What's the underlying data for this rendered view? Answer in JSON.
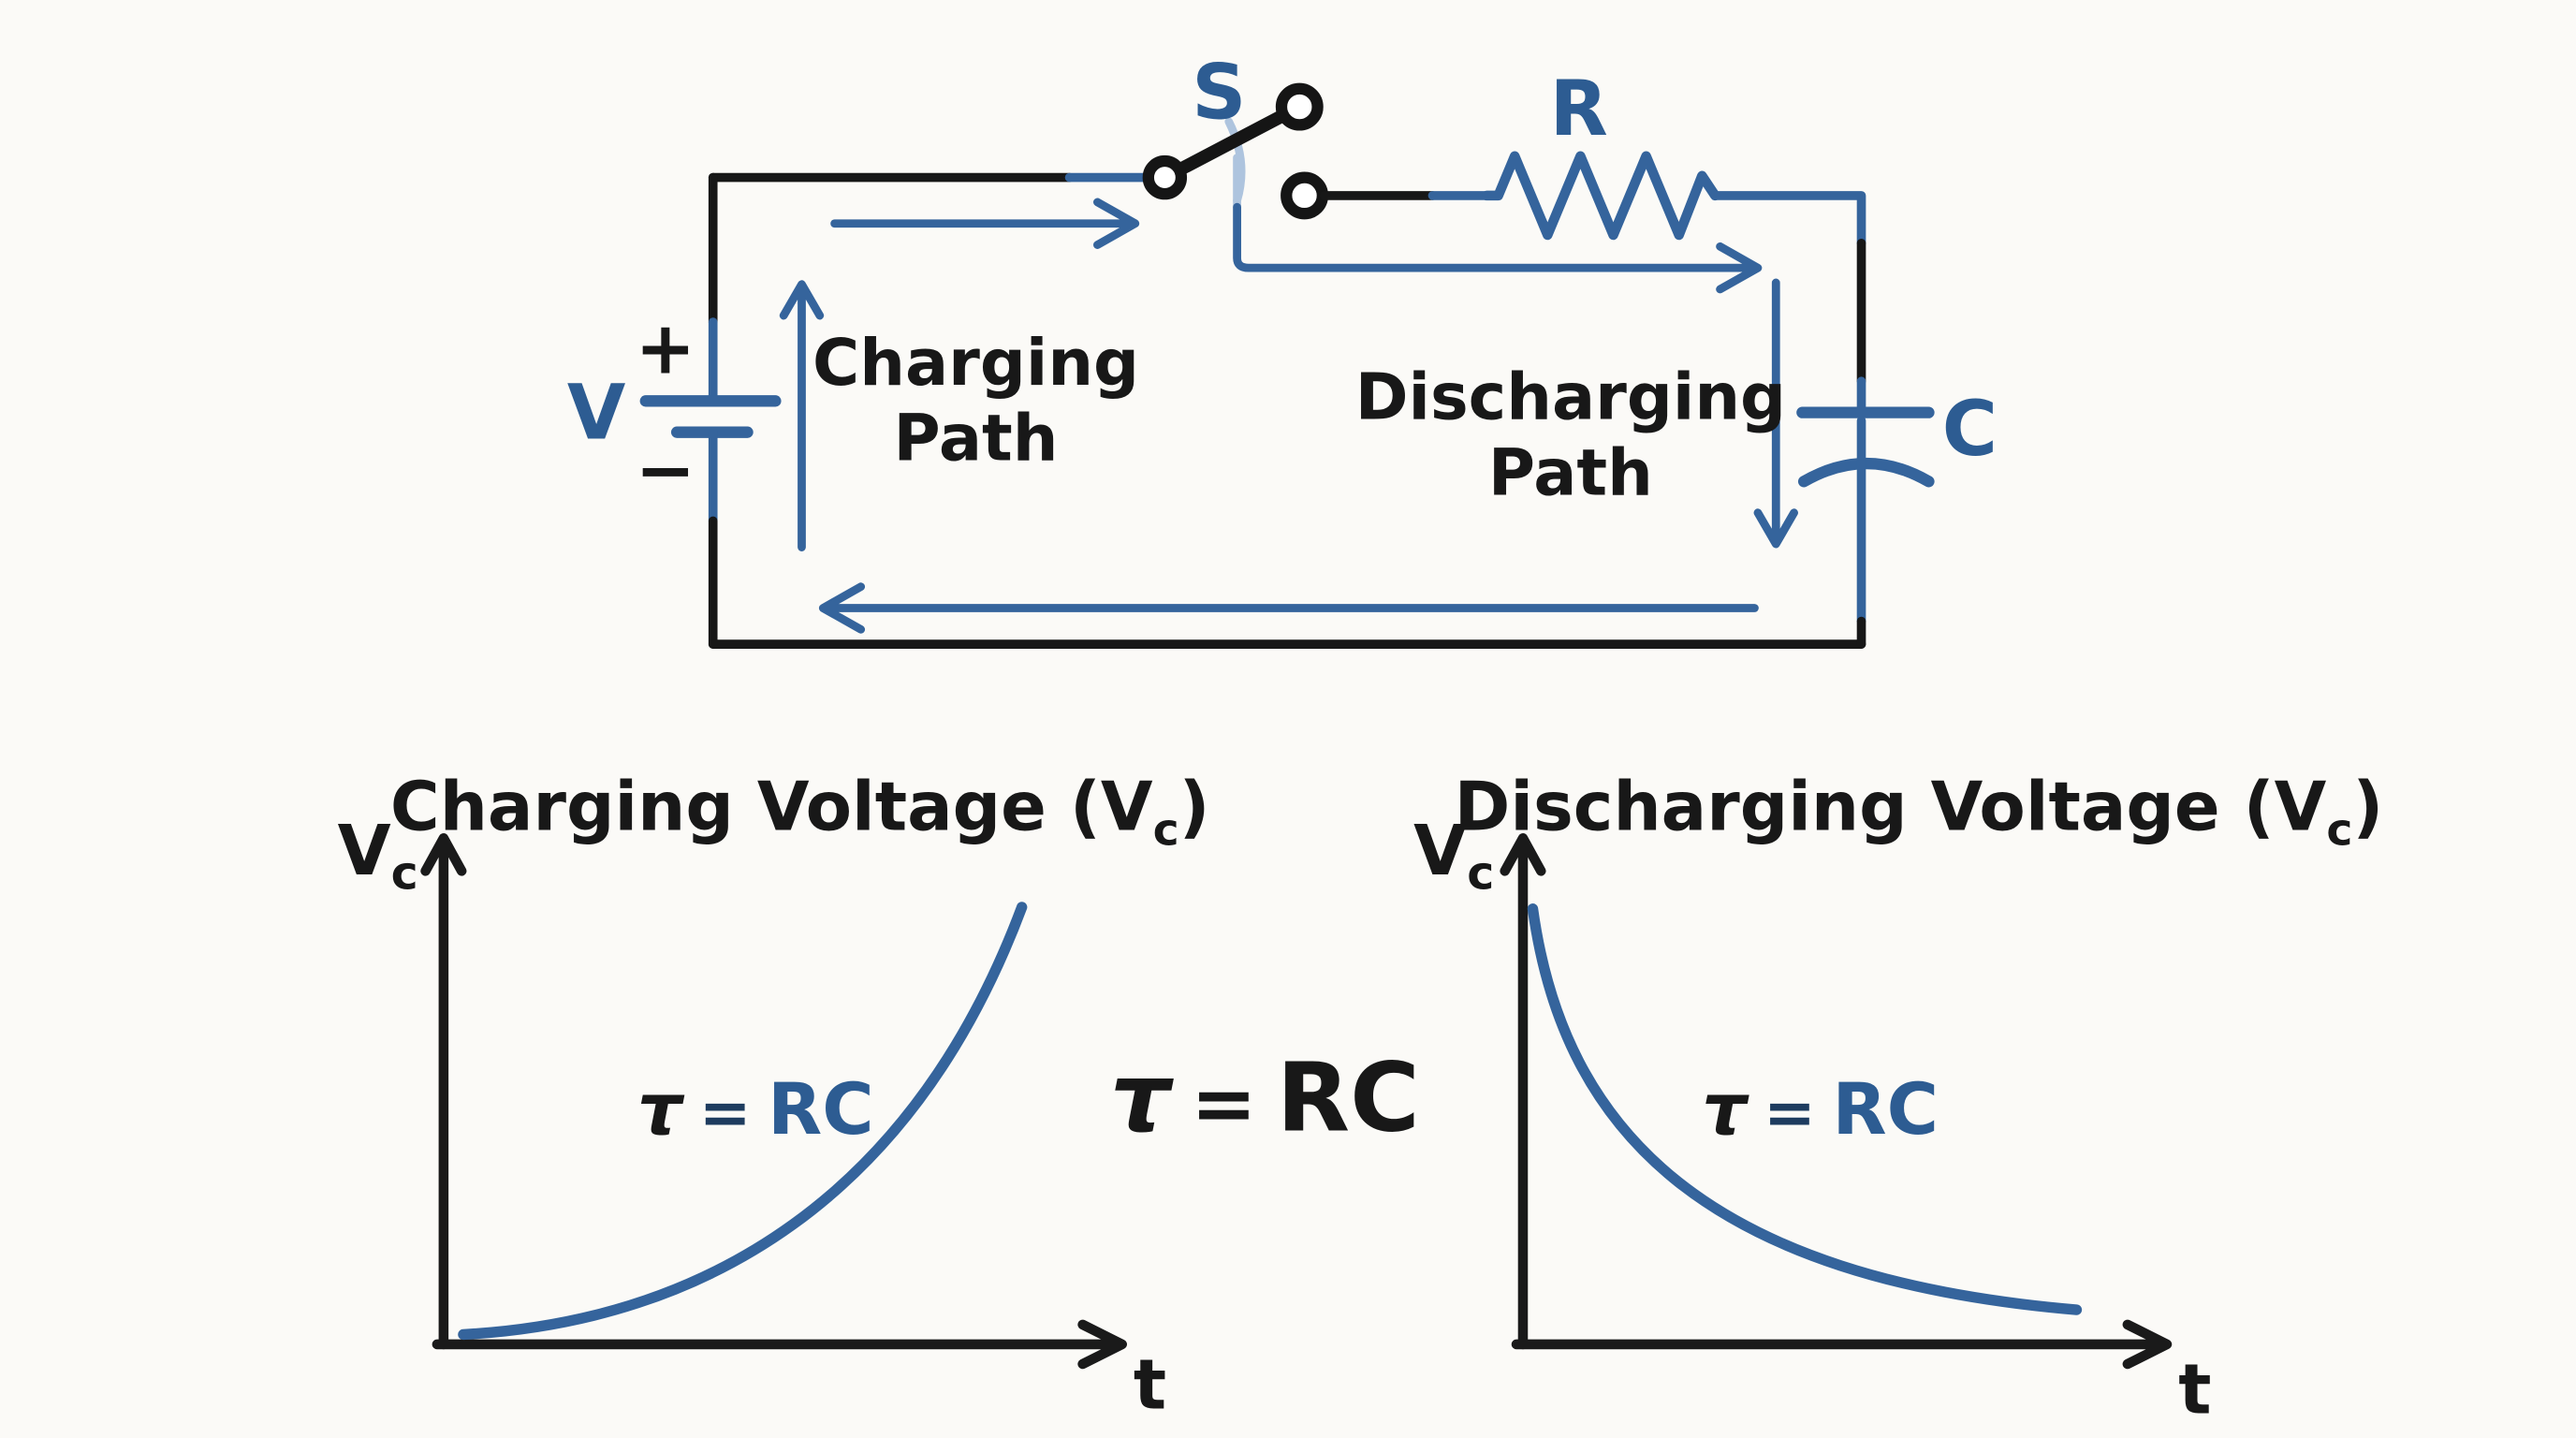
{
  "colors": {
    "background": "#fbfaf7",
    "wire_black": "#171717",
    "wire_blue": "#35649c",
    "label_blue": "#2d5c92",
    "equals_navy": "#1e3c5f",
    "ghost_light_blue": "#aec4de",
    "text_black": "#181818"
  },
  "circuit": {
    "source_label": "V",
    "source_plus": "+",
    "source_minus": "−",
    "switch_label": "S",
    "resistor_label": "R",
    "capacitor_label": "C",
    "charging_path_line1": "Charging",
    "charging_path_line2": "Path",
    "discharging_path_line1": "Discharging",
    "discharging_path_line2": "Path"
  },
  "center_formula": {
    "tau": "τ",
    "equals": "=",
    "rc": "RC"
  },
  "charging_graph": {
    "title_prefix": "Charging Voltage (V",
    "title_sub": "c",
    "title_suffix": ")",
    "y_axis_prefix": "V",
    "y_axis_sub": "c",
    "x_axis_label": "t",
    "tau": "τ",
    "equals": "=",
    "rc": "RC"
  },
  "discharging_graph": {
    "title_prefix": "Discharging Voltage (V",
    "title_sub": "c",
    "title_suffix": ")",
    "y_axis_prefix": "V",
    "y_axis_sub": "c",
    "x_axis_label": "t",
    "tau": "τ",
    "equals": "=",
    "rc": "RC"
  },
  "chart_data": [
    {
      "type": "line",
      "title": "Charging Voltage (Vc)",
      "xlabel": "t",
      "ylabel": "Vc",
      "annotation": "τ = RC",
      "legend": "none",
      "grid": false,
      "axis_ticks": "none (qualitative sketch)",
      "x_normalized_t_over_tau": [
        0,
        1,
        2,
        3,
        4,
        5
      ],
      "y_normalized_Vc": [
        0.02,
        0.08,
        0.2,
        0.42,
        0.72,
        1.0
      ],
      "shape_as_drawn": "concave-up rising exponential from origin toward upper right"
    },
    {
      "type": "line",
      "title": "Discharging Voltage (Vc)",
      "xlabel": "t",
      "ylabel": "Vc",
      "annotation": "τ = RC",
      "legend": "none",
      "grid": false,
      "axis_ticks": "none (qualitative sketch)",
      "x_normalized_t_over_tau": [
        0,
        1,
        2,
        3,
        4,
        5
      ],
      "y_normalized_Vc": [
        1.0,
        0.55,
        0.3,
        0.17,
        0.09,
        0.05
      ],
      "shape_as_drawn": "steep exponential decay flattening toward the time axis"
    }
  ]
}
